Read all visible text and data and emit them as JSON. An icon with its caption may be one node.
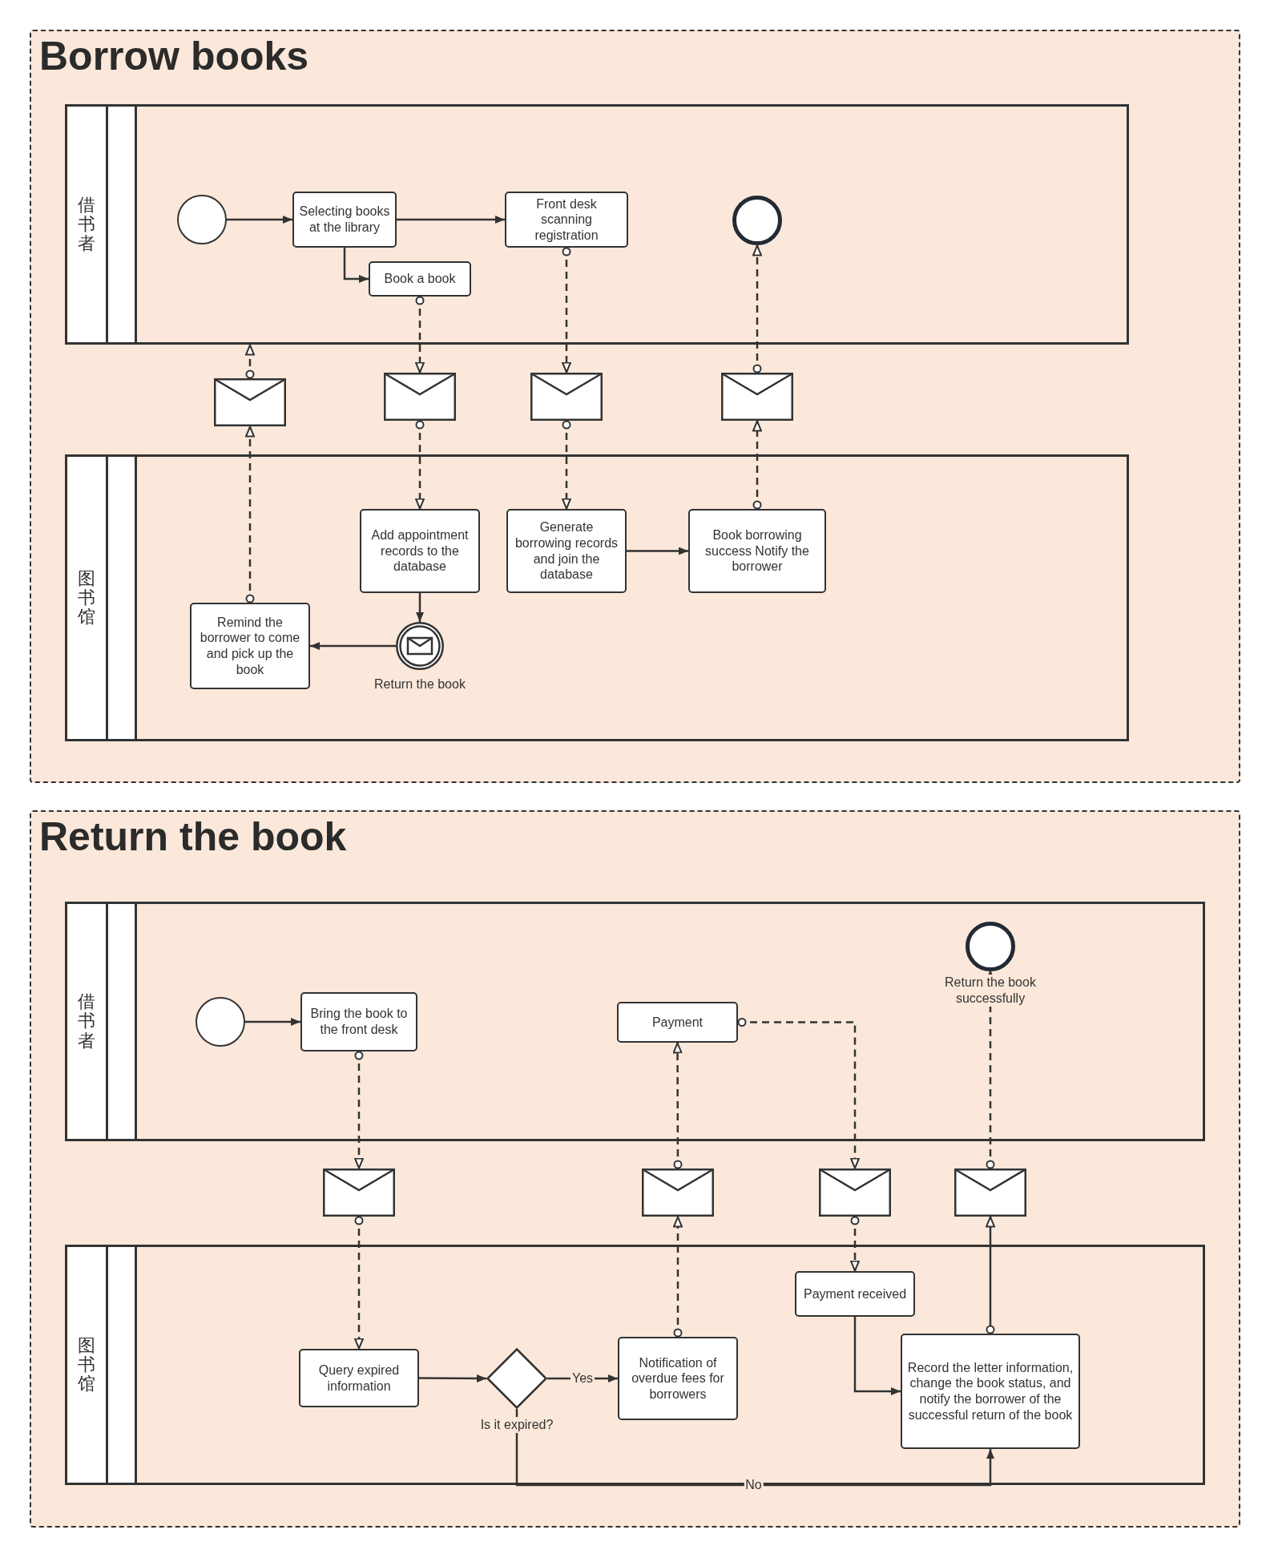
{
  "diagram": {
    "nodes": [
      {
        "text": [
          "Borrow books"
        ]
      },
      {
        "text": [
          "借书者"
        ],
        "in": 0
      },
      {
        "text": [],
        "shape": "circle",
        "in": 1
      },
      {
        "text": [
          "Selecting books at the library"
        ],
        "in": 1
      },
      {
        "text": [
          "Front desk scanning registration"
        ],
        "in": 1
      },
      {
        "text": [],
        "shape": "ring",
        "in": 1
      },
      {
        "text": [
          "Book a book"
        ],
        "in": 1
      },
      {
        "text": [],
        "shape": "envelope",
        "in": 0
      },
      {
        "text": [],
        "shape": "envelope",
        "in": 0
      },
      {
        "text": [],
        "shape": "envelope",
        "in": 0
      },
      {
        "text": [],
        "shape": "envelope",
        "in": 0
      },
      {
        "text": [
          "图书馆"
        ],
        "in": 0
      },
      {
        "text": [
          "Add appointment records to the database"
        ],
        "in": 11
      },
      {
        "text": [
          "Generate borrowing records and join the database"
        ],
        "in": 11
      },
      {
        "text": [
          "Book borrowing success Notify the borrower"
        ],
        "in": 11
      },
      {
        "text": [
          "Remind the borrower to come and pick up the book"
        ],
        "in": 11
      },
      {
        "text": [],
        "shape": "message",
        "in": 11,
        "beside": [
          "Return the book"
        ]
      },
      {
        "text": [
          "Return the book"
        ]
      },
      {
        "text": [
          "借书者"
        ],
        "in": 17
      },
      {
        "text": [],
        "shape": "circle",
        "in": 18
      },
      {
        "text": [
          "Bring the book to the front desk"
        ],
        "in": 18
      },
      {
        "text": [
          "Payment"
        ],
        "in": 18
      },
      {
        "text": [],
        "shape": "ring",
        "in": 18,
        "beside": [
          "Return the book successfully"
        ]
      },
      {
        "text": [],
        "shape": "envelope",
        "in": 17
      },
      {
        "text": [],
        "shape": "envelope",
        "in": 17
      },
      {
        "text": [],
        "shape": "envelope",
        "in": 17
      },
      {
        "text": [],
        "shape": "envelope",
        "in": 17
      },
      {
        "text": [
          "图书馆"
        ],
        "in": 17
      },
      {
        "text": [
          "Payment received"
        ],
        "in": 27
      },
      {
        "text": [
          "Query expired information"
        ],
        "in": 27
      },
      {
        "text": [],
        "shape": "diamond",
        "in": 27,
        "beside": [
          "Is it expired?"
        ]
      },
      {
        "text": [
          "Notification of overdue fees for borrowers"
        ],
        "in": 27
      },
      {
        "text": [
          "Record the letter information, change the book status, and notify the borrower of the successful return of the book"
        ],
        "in": 27
      }
    ],
    "edges": [
      {
        "from": 2,
        "to": 3,
        "arrow": "to"
      },
      {
        "from": 3,
        "to": 4,
        "arrow": "to"
      },
      {
        "from": 3,
        "to": 6,
        "arrow": "to"
      },
      {
        "from": 6,
        "to": 8,
        "arrow": "to",
        "style": "dashed"
      },
      {
        "from": 8,
        "to": 12,
        "arrow": "to",
        "style": "dashed"
      },
      {
        "from": 4,
        "to": 9,
        "arrow": "to",
        "style": "dashed"
      },
      {
        "from": 9,
        "to": 13,
        "arrow": "to",
        "style": "dashed"
      },
      {
        "from": 13,
        "to": 14,
        "arrow": "to"
      },
      {
        "from": 14,
        "to": 10,
        "arrow": "to",
        "style": "dashed"
      },
      {
        "from": 10,
        "to": 5,
        "arrow": "to",
        "style": "dashed"
      },
      {
        "from": 12,
        "to": 16,
        "arrow": "to"
      },
      {
        "from": 16,
        "to": 15,
        "arrow": "to"
      },
      {
        "from": 15,
        "to": 7,
        "arrow": "to",
        "style": "dashed"
      },
      {
        "from": 7,
        "to": 1,
        "arrow": "to",
        "style": "dashed"
      },
      {
        "from": 19,
        "to": 20,
        "arrow": "to"
      },
      {
        "from": 20,
        "to": 23,
        "arrow": "to",
        "style": "dashed"
      },
      {
        "from": 23,
        "to": 29,
        "arrow": "to",
        "style": "dashed"
      },
      {
        "from": 29,
        "to": 30,
        "arrow": "to"
      },
      {
        "from": 30,
        "to": 31,
        "arrow": "to",
        "label": "Yes"
      },
      {
        "from": 31,
        "to": 24,
        "arrow": "to",
        "style": "dashed"
      },
      {
        "from": 24,
        "to": 21,
        "arrow": "to",
        "style": "dashed"
      },
      {
        "from": 21,
        "to": 25,
        "arrow": "to",
        "style": "dashed"
      },
      {
        "from": 25,
        "to": 28,
        "arrow": "to",
        "style": "dashed"
      },
      {
        "from": 28,
        "to": 32,
        "arrow": "to"
      },
      {
        "from": 32,
        "to": 26,
        "arrow": "to"
      },
      {
        "from": 26,
        "to": 22,
        "arrow": "to",
        "style": "dashed"
      },
      {
        "from": 30,
        "to": 32,
        "arrow": "to",
        "label": "No"
      }
    ]
  }
}
